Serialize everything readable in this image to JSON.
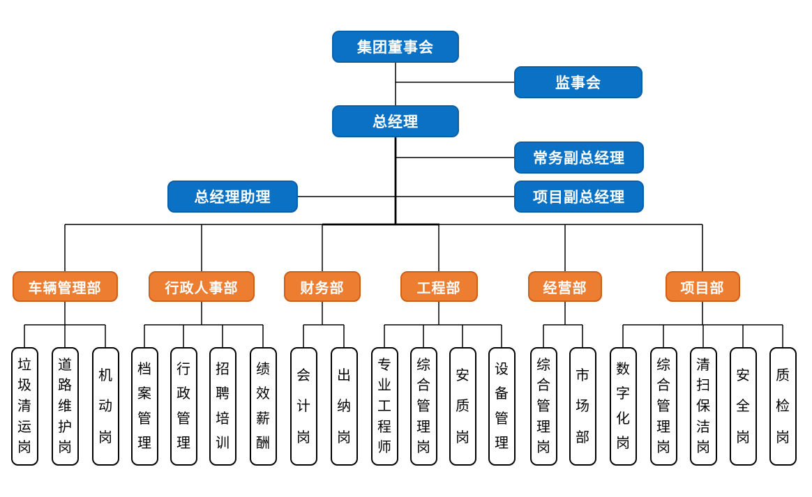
{
  "executives": [
    {
      "id": "group-board",
      "label": "集团董事会"
    },
    {
      "id": "supervisory-board",
      "label": "监事会"
    },
    {
      "id": "general-manager",
      "label": "总经理"
    },
    {
      "id": "executive-deputy-gm",
      "label": "常务副总经理"
    },
    {
      "id": "gm-assistant",
      "label": "总经理助理"
    },
    {
      "id": "project-deputy-gm",
      "label": "项目副总经理"
    }
  ],
  "departments": [
    {
      "id": "vehicle-management",
      "label": "车辆管理部",
      "positions": [
        "垃圾清运岗",
        "道路维护岗",
        "机动岗"
      ]
    },
    {
      "id": "admin-hr",
      "label": "行政人事部",
      "positions": [
        "档案管理",
        "行政管理",
        "招聘培训",
        "绩效薪酬"
      ]
    },
    {
      "id": "finance",
      "label": "财务部",
      "positions": [
        "会计岗",
        "出纳岗"
      ]
    },
    {
      "id": "engineering",
      "label": "工程部",
      "positions": [
        "专业工程师",
        "综合管理岗",
        "安质岗",
        "设备管理"
      ]
    },
    {
      "id": "operations",
      "label": "经营部",
      "positions": [
        "综合管理岗",
        "市场部"
      ]
    },
    {
      "id": "project",
      "label": "项目部",
      "positions": [
        "数字化岗",
        "综合管理岗",
        "清扫保洁岗",
        "安全岗",
        "质检岗"
      ]
    }
  ],
  "colors": {
    "executive_fill": "#0b71c4",
    "executive_border": "#0a5fa6",
    "department_fill": "#ed7d31",
    "department_border": "#cd6018",
    "position_border": "#000000",
    "position_text": "#000000",
    "label_text": "#ffffff",
    "connector": "#000000"
  }
}
